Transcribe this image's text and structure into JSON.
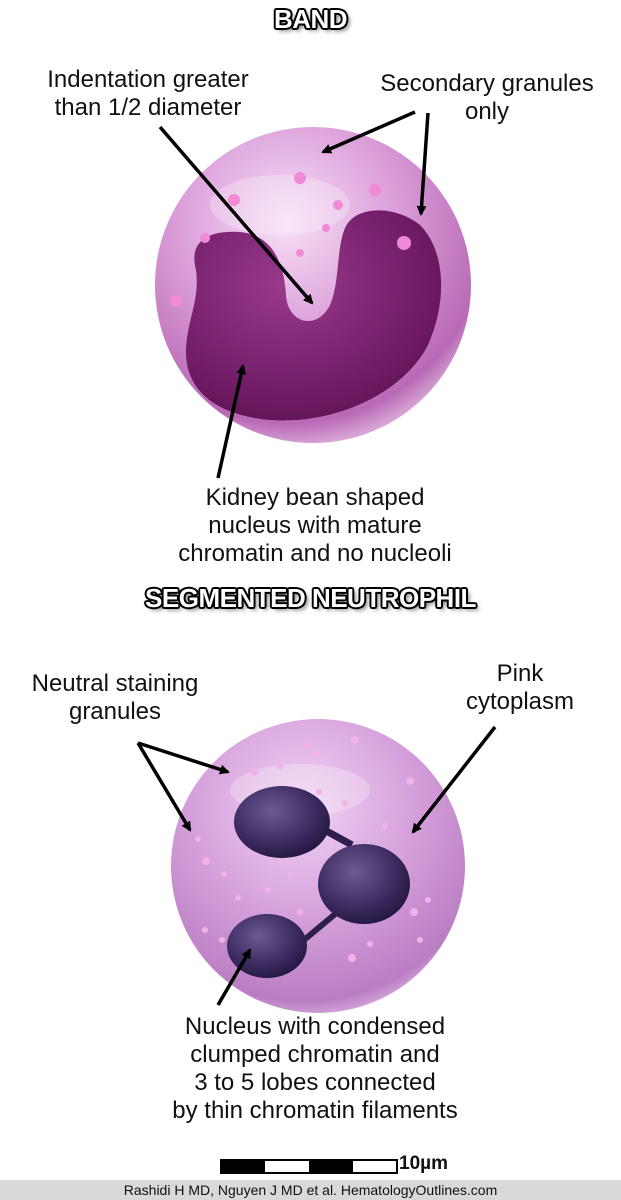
{
  "band": {
    "heading": "BAND",
    "labels": {
      "indentation": [
        "Indentation greater",
        "than 1/2 diameter"
      ],
      "secondary_granules": [
        "Secondary granules",
        "only"
      ],
      "kidney_nucleus": [
        "Kidney bean shaped",
        "nucleus with mature",
        "chromatin and no nucleoli"
      ]
    }
  },
  "segmented": {
    "heading": "SEGMENTED NEUTROPHIL",
    "labels": {
      "neutral_granules": [
        "Neutral staining",
        "granules"
      ],
      "pink_cytoplasm": [
        "Pink",
        "cytoplasm"
      ],
      "nucleus": [
        "Nucleus with condensed",
        "clumped chromatin and",
        "3 to 5 lobes connected",
        "by thin chromatin filaments"
      ]
    }
  },
  "scale_bar": {
    "label": "10µm"
  },
  "credit": "Rashidi H MD, Nguyen J MD et al. HematologyOutlines.com",
  "colors": {
    "band_cytoplasm": "#d89ad6",
    "band_nucleus": "#7a1f6e",
    "seg_cytoplasm": "#d7a2dc",
    "seg_nucleus": "#3c2a5c",
    "granule": "#f08ad6"
  }
}
